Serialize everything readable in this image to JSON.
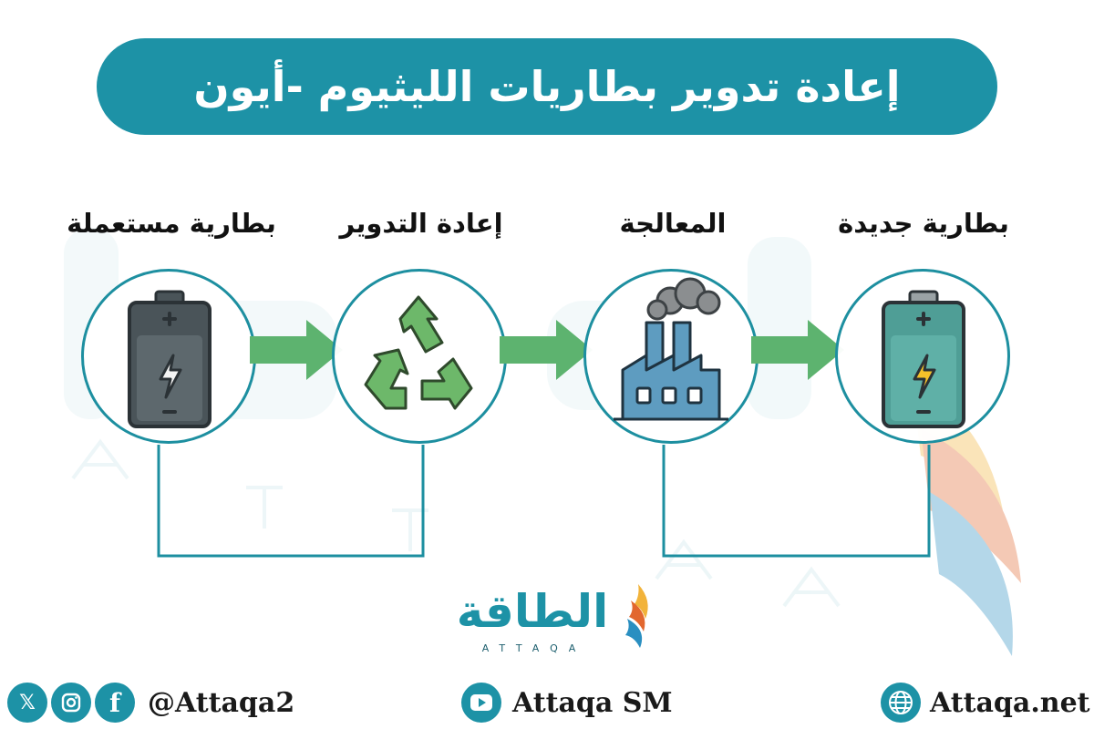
{
  "title": "إعادة تدوير بطاريات الليثيوم -أيون",
  "steps": [
    {
      "label": "بطارية مستعملة",
      "icon": "used-battery-icon"
    },
    {
      "label": "إعادة التدوير",
      "icon": "recycle-icon"
    },
    {
      "label": "المعالجة",
      "icon": "factory-icon"
    },
    {
      "label": "بطارية جديدة",
      "icon": "new-battery-icon"
    }
  ],
  "brand": {
    "name_ar": "الطاقة",
    "name_en": "ATTAQA"
  },
  "footer": {
    "social_handle": "@Attaqa2",
    "youtube": "Attaqa SM",
    "website": "Attaqa.net"
  },
  "colors": {
    "teal": "#1d92a6",
    "arrow_green": "#5db36f",
    "used_battery": "#4a5459",
    "new_battery": "#4f9e96",
    "factory": "#5e9cc0"
  }
}
